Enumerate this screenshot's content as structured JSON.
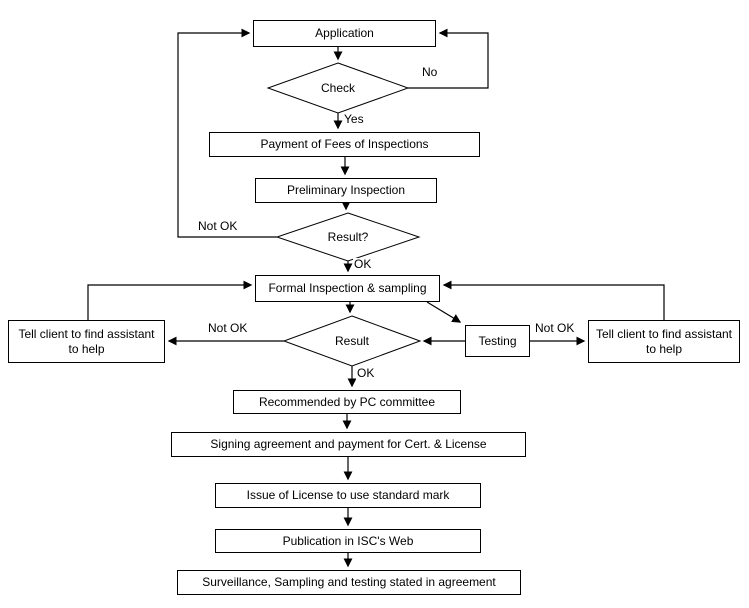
{
  "nodes": {
    "application": "Application",
    "check": "Check",
    "payment": "Payment of Fees of Inspections",
    "preliminary": "Preliminary Inspection",
    "result1": "Result?",
    "formal": "Formal Inspection & sampling",
    "tell_left": "Tell client to find assistant to help",
    "result2": "Result",
    "testing": "Testing",
    "tell_right": "Tell client to find assistant to help",
    "recommended": "Recommended by PC committee",
    "signing": "Signing agreement and payment for Cert. & License",
    "issue": "Issue of License to use standard mark",
    "publication": "Publication in ISC's Web",
    "surveillance": "Surveillance, Sampling and testing stated in agreement"
  },
  "labels": {
    "no": "No",
    "yes": "Yes",
    "not_ok_result1": "Not OK",
    "ok_result1": "OK",
    "not_ok_left": "Not OK",
    "not_ok_testing": "Not OK",
    "ok_result2": "OK"
  }
}
